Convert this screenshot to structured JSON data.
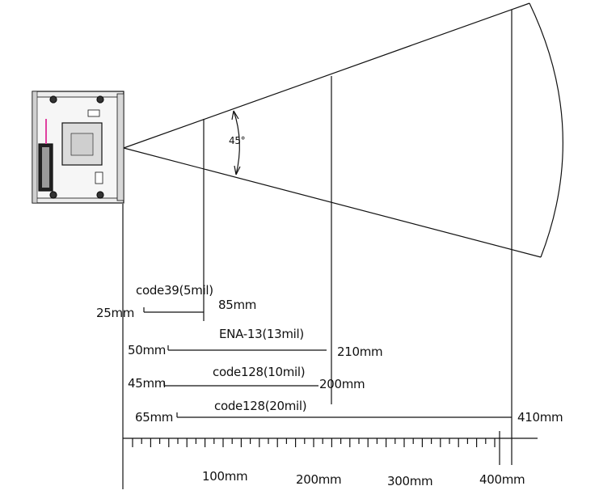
{
  "angle_label": "45°",
  "codes": [
    {
      "name": "code39(5mil)",
      "near": "25mm",
      "far": "85mm"
    },
    {
      "name": "ENA-13(13mil)",
      "near": "50mm",
      "far": "210mm"
    },
    {
      "name": "code128(10mil)",
      "near": "45mm",
      "far": "200mm"
    },
    {
      "name": "code128(20mil)",
      "near": "65mm",
      "far": "410mm"
    }
  ],
  "axis": {
    "ticks": [
      "100mm",
      "200mm",
      "300mm",
      "400mm"
    ]
  },
  "colors": {
    "line": "#111111",
    "device_body": "#e6e6e6",
    "device_accent": "#e040a0"
  }
}
